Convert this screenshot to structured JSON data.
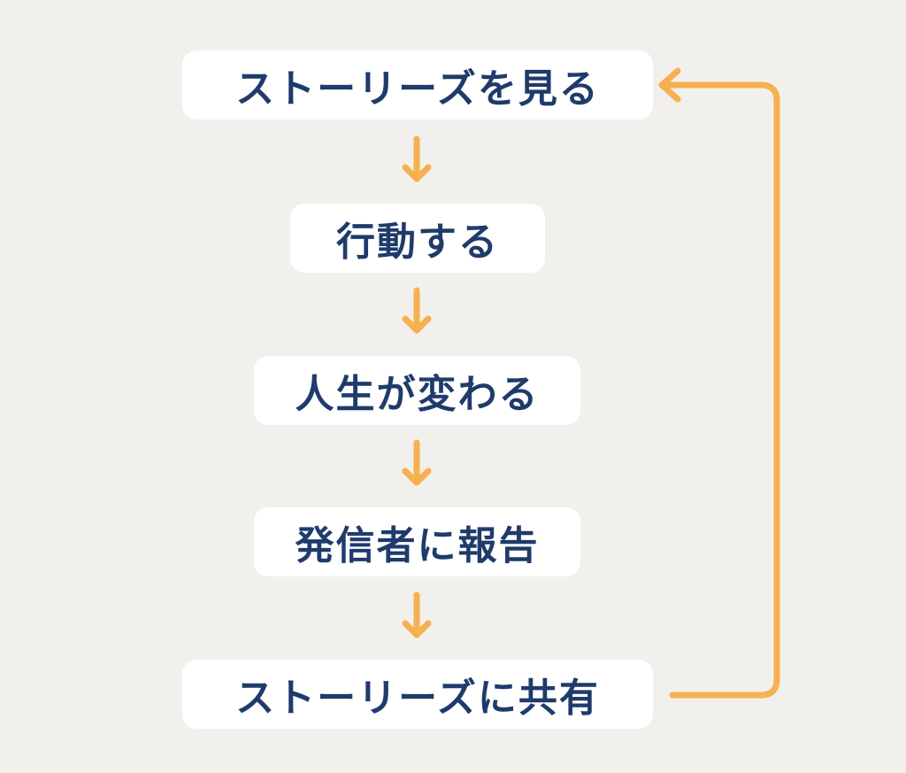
{
  "colors": {
    "background": "#f2f0ec",
    "box": "#ffffff",
    "text": "#1f3b6b",
    "arrow": "#f7b050"
  },
  "steps": [
    {
      "label": "ストーリーズを見る"
    },
    {
      "label": "行動する"
    },
    {
      "label": "人生が変わる"
    },
    {
      "label": "発信者に報告"
    },
    {
      "label": "ストーリーズに共有"
    }
  ],
  "connectors": [
    {
      "from": 0,
      "to": 1,
      "icon": "arrow-down-icon"
    },
    {
      "from": 1,
      "to": 2,
      "icon": "arrow-down-icon"
    },
    {
      "from": 2,
      "to": 3,
      "icon": "arrow-down-icon"
    },
    {
      "from": 3,
      "to": 4,
      "icon": "arrow-down-icon"
    },
    {
      "from": 4,
      "to": 0,
      "icon": "loop-back-arrow-icon"
    }
  ]
}
